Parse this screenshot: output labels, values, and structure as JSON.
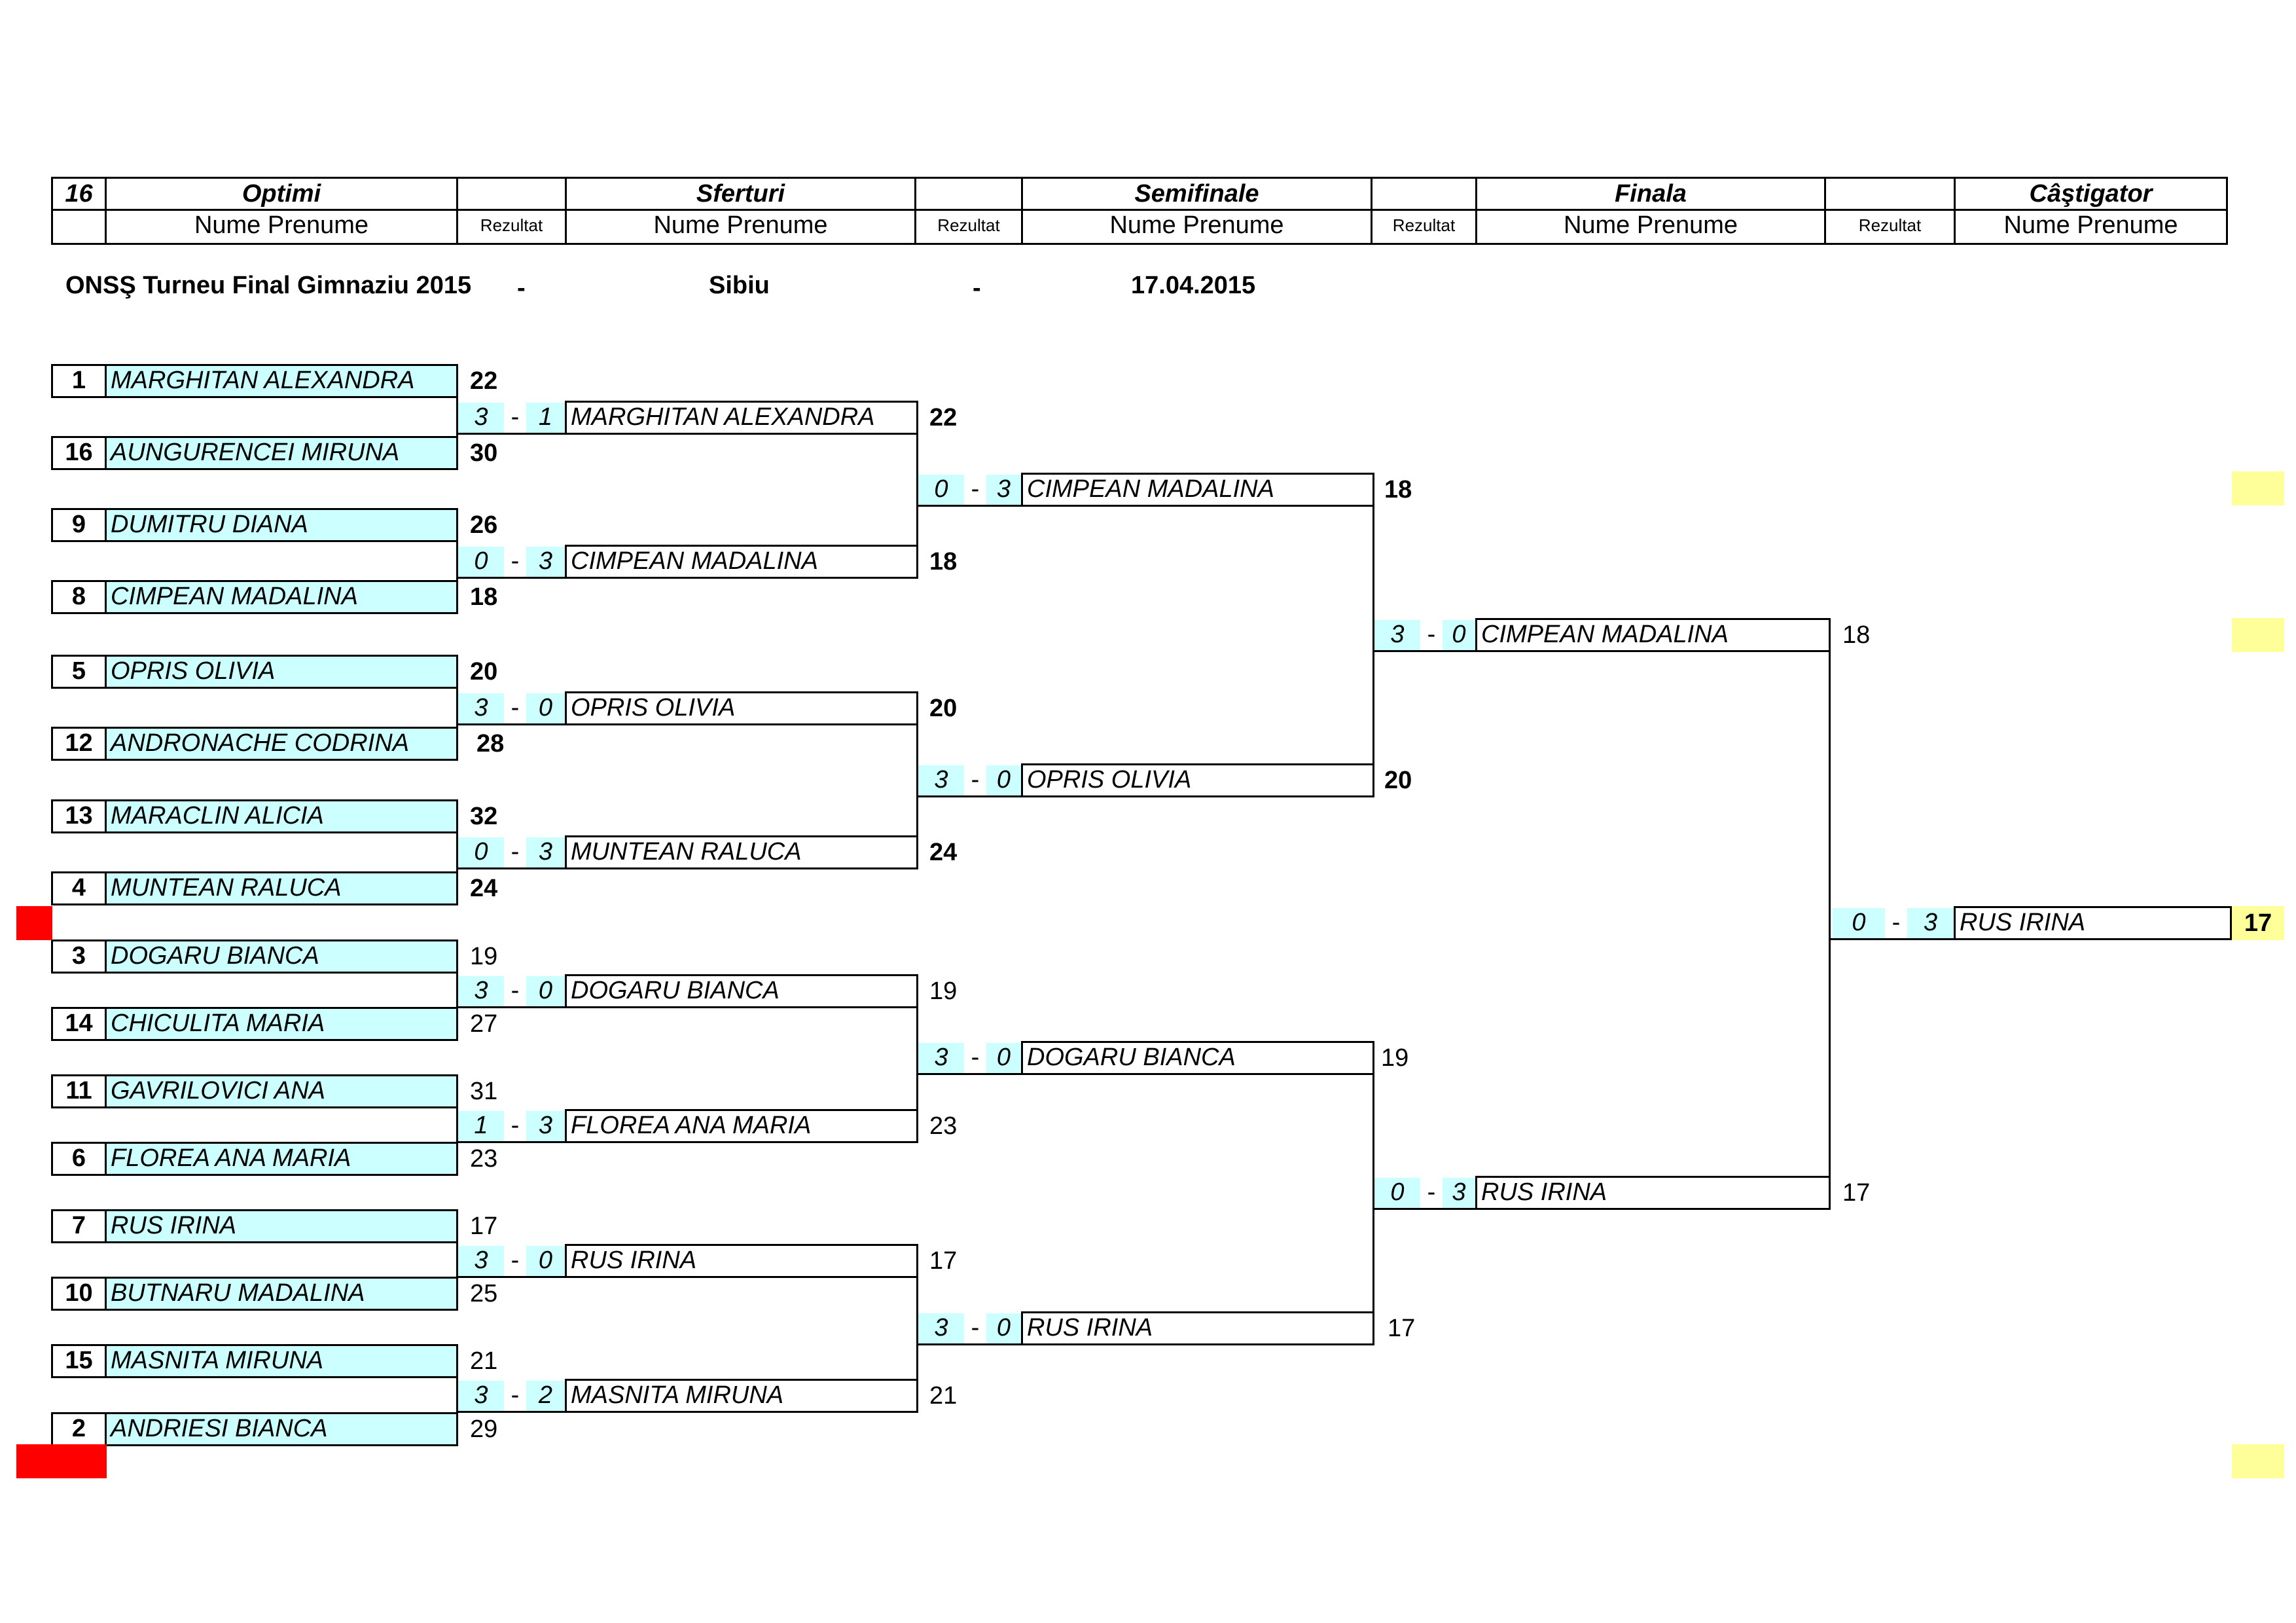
{
  "header": {
    "count": "16",
    "rounds": [
      "Optimi",
      "Sferturi",
      "Semifinale",
      "Finala",
      "Câştigator"
    ],
    "sub_name": "Nume Prenume",
    "sub_result": "Rezultat"
  },
  "info": {
    "event": "ONSŞ Turneu Final Gimnaziu 2015",
    "sep1": "-",
    "city": "Sibiu",
    "sep2": "-",
    "date": "17.04.2015"
  },
  "optimi": [
    {
      "seed": "1",
      "name": "MARGHITAN ALEXANDRA",
      "num": "22",
      "bold": true
    },
    {
      "seed": "16",
      "name": "AUNGURENCEI MIRUNA",
      "num": "30",
      "bold": true
    },
    {
      "seed": "9",
      "name": "DUMITRU DIANA",
      "num": "26",
      "bold": true
    },
    {
      "seed": "8",
      "name": "CIMPEAN MADALINA",
      "num": "18",
      "bold": true
    },
    {
      "seed": "5",
      "name": "OPRIS OLIVIA",
      "num": "20",
      "bold": true
    },
    {
      "seed": "12",
      "name": "ANDRONACHE CODRINA",
      "num": "28",
      "bold": true
    },
    {
      "seed": "13",
      "name": "MARACLIN ALICIA",
      "num": "32",
      "bold": true
    },
    {
      "seed": "4",
      "name": "MUNTEAN RALUCA",
      "num": "24",
      "bold": true
    },
    {
      "seed": "3",
      "name": "DOGARU BIANCA",
      "num": "19",
      "bold": false
    },
    {
      "seed": "14",
      "name": "CHICULITA MARIA",
      "num": "27",
      "bold": false
    },
    {
      "seed": "11",
      "name": "GAVRILOVICI ANA",
      "num": "31",
      "bold": false
    },
    {
      "seed": "6",
      "name": "FLOREA ANA MARIA",
      "num": "23",
      "bold": false
    },
    {
      "seed": "7",
      "name": "RUS IRINA",
      "num": "17",
      "bold": false
    },
    {
      "seed": "10",
      "name": "BUTNARU MADALINA",
      "num": "25",
      "bold": false
    },
    {
      "seed": "15",
      "name": "MASNITA MIRUNA",
      "num": "21",
      "bold": false
    },
    {
      "seed": "2",
      "name": "ANDRIESI BIANCA",
      "num": "29",
      "bold": false
    }
  ],
  "sferturi": [
    {
      "a": "3",
      "b": "1",
      "name": "MARGHITAN ALEXANDRA",
      "num": "22",
      "bold": true
    },
    {
      "a": "0",
      "b": "3",
      "name": "CIMPEAN MADALINA",
      "num": "18",
      "bold": true
    },
    {
      "a": "3",
      "b": "0",
      "name": "OPRIS OLIVIA",
      "num": "20",
      "bold": true
    },
    {
      "a": "0",
      "b": "3",
      "name": "MUNTEAN RALUCA",
      "num": "24",
      "bold": true
    },
    {
      "a": "3",
      "b": "0",
      "name": "DOGARU BIANCA",
      "num": "19",
      "bold": false
    },
    {
      "a": "1",
      "b": "3",
      "name": "FLOREA ANA MARIA",
      "num": "23",
      "bold": false
    },
    {
      "a": "3",
      "b": "0",
      "name": "RUS IRINA",
      "num": "17",
      "bold": false
    },
    {
      "a": "3",
      "b": "2",
      "name": "MASNITA MIRUNA",
      "num": "21",
      "bold": false
    }
  ],
  "semifinale": [
    {
      "a": "0",
      "b": "3",
      "name": "CIMPEAN MADALINA",
      "num": "18",
      "bold": true
    },
    {
      "a": "3",
      "b": "0",
      "name": "OPRIS OLIVIA",
      "num": "20",
      "bold": true
    },
    {
      "a": "3",
      "b": "0",
      "name": "DOGARU BIANCA",
      "num": "19",
      "bold": false
    },
    {
      "a": "3",
      "b": "0",
      "name": "RUS IRINA",
      "num": "17",
      "bold": false
    }
  ],
  "finala": [
    {
      "a": "3",
      "b": "0",
      "name": "CIMPEAN MADALINA",
      "num": "18",
      "bold": false
    },
    {
      "a": "0",
      "b": "3",
      "name": "RUS IRINA",
      "num": "17",
      "bold": false
    }
  ],
  "winner": {
    "a": "0",
    "b": "3",
    "name": "RUS IRINA",
    "num": "17",
    "bold": true
  },
  "colors": {
    "cyan": "#ccffff",
    "yellow": "#ffff99",
    "red": "#ff0000"
  }
}
